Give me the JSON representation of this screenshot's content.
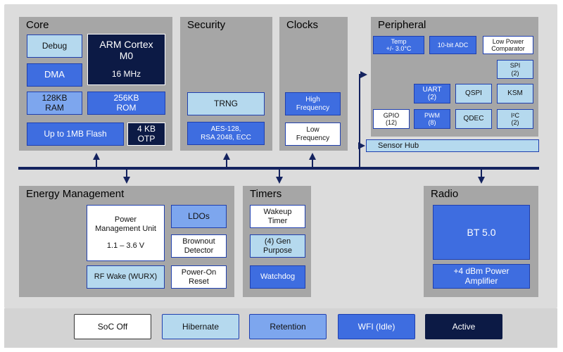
{
  "panels": {
    "core": "Core",
    "security": "Security",
    "clocks": "Clocks",
    "peripheral": "Peripheral",
    "energy": "Energy Management",
    "timers": "Timers",
    "radio": "Radio"
  },
  "core": {
    "debug": "Debug",
    "cpu_line1": "ARM Cortex",
    "cpu_line2": "M0",
    "cpu_freq": "16 MHz",
    "dma": "DMA",
    "ram_line1": "128KB",
    "ram_line2": "RAM",
    "rom_line1": "256KB",
    "rom_line2": "ROM",
    "flash": "Up to 1MB Flash",
    "otp_line1": "4 KB",
    "otp_line2": "OTP"
  },
  "security": {
    "trng": "TRNG",
    "aes_line1": "AES-128,",
    "aes_line2": "RSA 2048, ECC"
  },
  "clocks": {
    "high_line1": "High",
    "high_line2": "Frequency",
    "low_line1": "Low",
    "low_line2": "Frequency"
  },
  "peripheral": {
    "temp_line1": "Temp",
    "temp_line2": "+/- 3.0°C",
    "adc": "10-bit ADC",
    "lpc_line1": "Low Power",
    "lpc_line2": "Comparator",
    "spi_line1": "SPI",
    "spi_line2": "(2)",
    "uart_line1": "UART",
    "uart_line2": "(2)",
    "qspi": "QSPI",
    "ksm": "KSM",
    "gpio_line1": "GPIO",
    "gpio_line2": "(12)",
    "pwm_line1": "PWM",
    "pwm_line2": "(8)",
    "qdec": "QDEC",
    "i2c_line1": "I²C",
    "i2c_line2": "(2)"
  },
  "sensor_hub": "Sensor Hub",
  "energy": {
    "pmu_line1": "Power",
    "pmu_line2": "Management Unit",
    "pmu_voltage": "1.1 – 3.6 V",
    "ldos": "LDOs",
    "brownout_line1": "Brownout",
    "brownout_line2": "Detector",
    "rfwake": "RF Wake (WURX)",
    "por_line1": "Power-On",
    "por_line2": "Reset"
  },
  "timers": {
    "wakeup_line1": "Wakeup",
    "wakeup_line2": "Timer",
    "gp_line1": "(4) Gen",
    "gp_line2": "Purpose",
    "watchdog": "Watchdog"
  },
  "radio": {
    "bt": "BT 5.0",
    "pa_line1": "+4 dBm Power",
    "pa_line2": "Amplifier"
  },
  "legend": [
    "SoC Off",
    "Hibernate",
    "Retention",
    "WFI (Idle)",
    "Active"
  ],
  "colors": {
    "soc_off": "#ffffff",
    "hibernate": "#b5d9ee",
    "retention": "#7da6ee",
    "wfi_idle": "#3e6de0",
    "active": "#0c1a45",
    "bus": "#14235f",
    "panel": "#a6a6a6"
  }
}
